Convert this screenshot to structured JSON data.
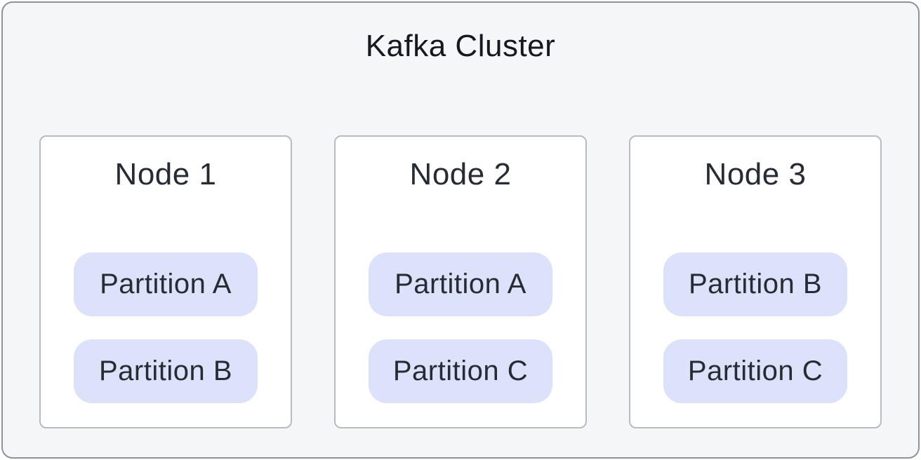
{
  "diagram": {
    "title": "Kafka Cluster",
    "nodes": [
      {
        "label": "Node 1",
        "partitions": [
          "Partition A",
          "Partition B"
        ]
      },
      {
        "label": "Node 2",
        "partitions": [
          "Partition A",
          "Partition C"
        ]
      },
      {
        "label": "Node 3",
        "partitions": [
          "Partition B",
          "Partition C"
        ]
      }
    ],
    "colors": {
      "canvas_bg": "#f5f6f8",
      "frame_border": "#8f919b",
      "card_bg": "#ffffff",
      "card_border": "#b9bbc3",
      "partition_bg": "#dce2fa",
      "title_text": "#16181d",
      "body_text": "#272b33"
    }
  }
}
